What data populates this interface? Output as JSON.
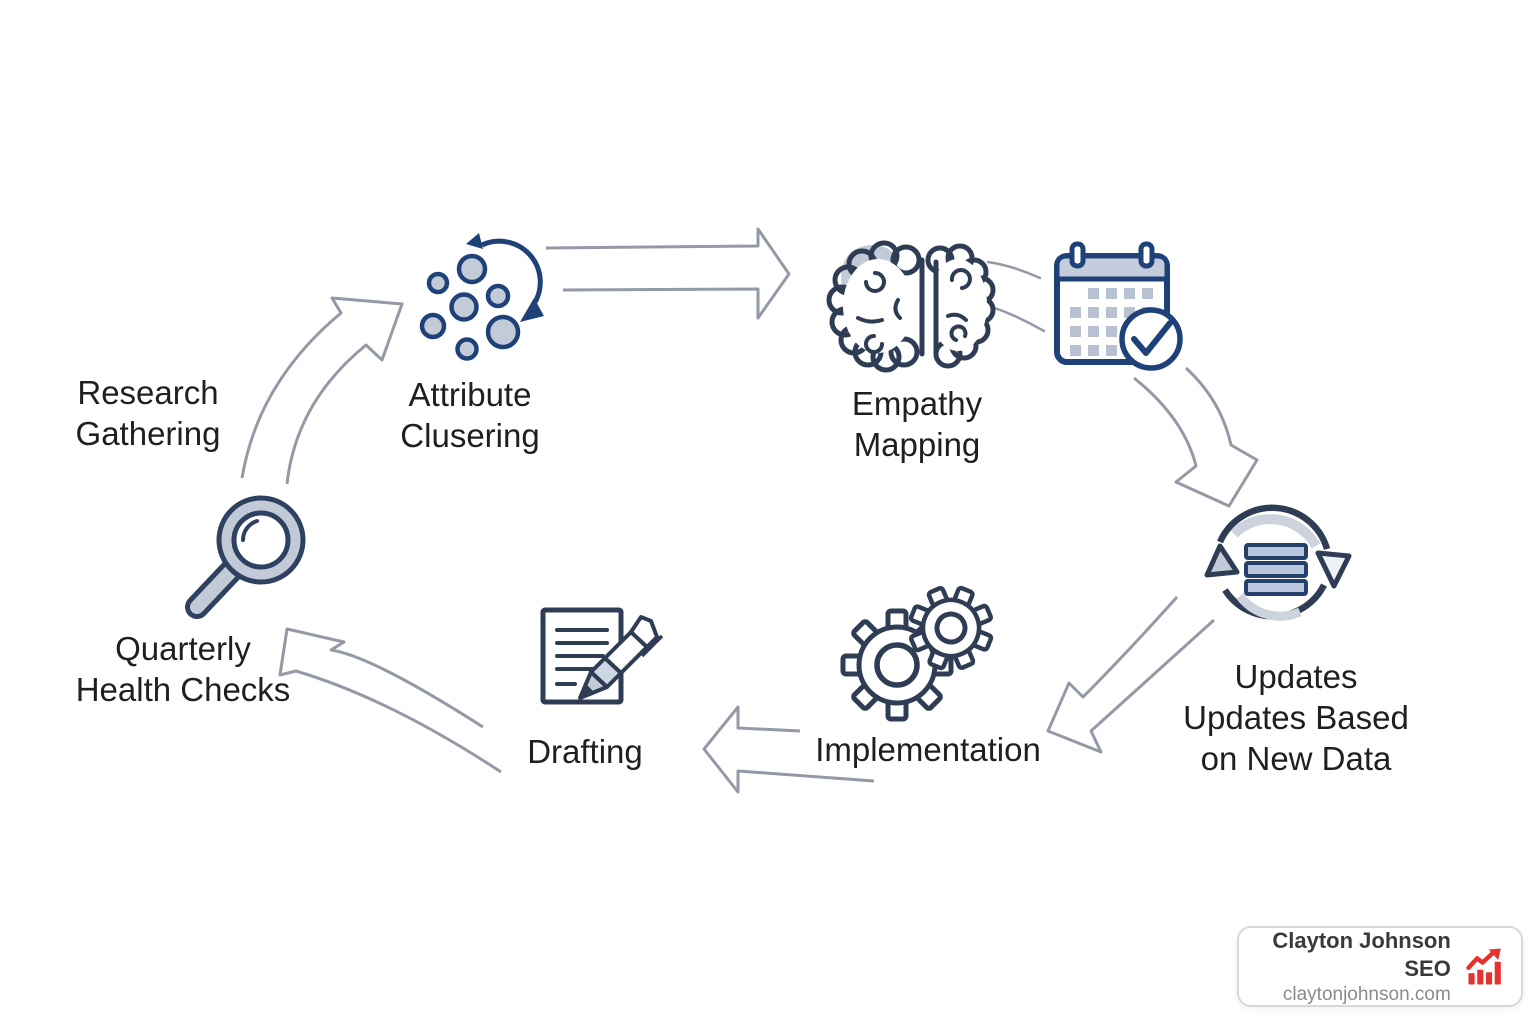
{
  "diagram": {
    "nodes": {
      "research": {
        "line1": "Research",
        "line2": "Gathering"
      },
      "attribute": {
        "line1": "Attribute",
        "line2": "Clusering"
      },
      "empathy": {
        "line1": "Empathy",
        "line2": "Mapping"
      },
      "updates": {
        "line1": "Updates",
        "line2": "Updates Based",
        "line3": "on New Data"
      },
      "implementation": {
        "line1": "Implementation"
      },
      "drafting": {
        "line1": "Drafting"
      },
      "quarterly": {
        "line1": "Quarterly",
        "line2": "Health Checks"
      }
    },
    "icons": {
      "research": "magnifying-glass",
      "attribute": "dot-cluster-with-cycle-arrow",
      "empathy": "brain",
      "schedule": "calendar-with-check",
      "updates": "sync-arrows-around-bars",
      "implementation": "two-gears",
      "drafting": "document-with-pen"
    },
    "colors": {
      "icon_navy": "#2e3d54",
      "icon_blue": "#1e4178",
      "icon_fill": "#c2cad8",
      "bar_fill": "#b9c6de",
      "arrow_outline": "#939aa6",
      "text": "#1f1f21"
    }
  },
  "badge": {
    "title": "Clayton Johnson SEO",
    "url": "claytonjohnson.com",
    "icon": "growth-chart",
    "accent": "#e5322e"
  }
}
